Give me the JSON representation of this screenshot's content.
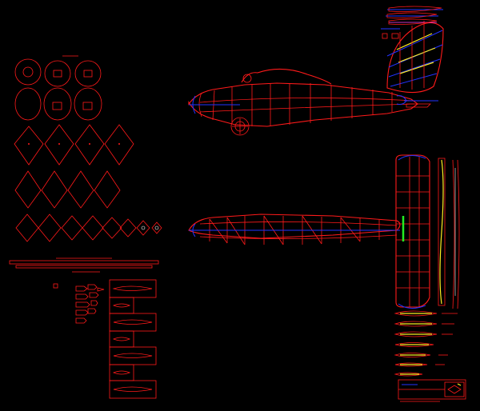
{
  "colors": {
    "background": "#000000",
    "structure": "#ff1a1a",
    "outline_blue": "#2233ff",
    "spar_yellow": "#ffee22",
    "highlight_green": "#22ee22",
    "accent_magenta": "#ff44ff"
  },
  "drawing": {
    "views": [
      "former-templates",
      "fuselage-side-view",
      "fuselage-top-view",
      "stabilizer-top-view",
      "rib-sections",
      "strip-parts",
      "small-parts",
      "title-block"
    ]
  }
}
